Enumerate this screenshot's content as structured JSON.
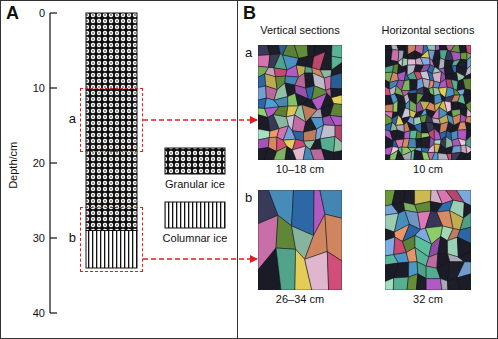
{
  "diagram": {
    "nodes": [
      {
        "text": [
          "a"
        ]
      },
      {
        "text": [
          "b"
        ]
      },
      {
        "text": [
          "10–18 cm"
        ]
      },
      {
        "text": [
          "10 cm"
        ]
      },
      {
        "text": [
          "26–34 cm"
        ]
      },
      {
        "text": [
          "32 cm"
        ]
      }
    ],
    "edges": [
      {
        "from": 0,
        "to": 2,
        "arrow": "to"
      },
      {
        "from": 1,
        "to": 4,
        "arrow": "to"
      }
    ],
    "labels": [
      "A",
      "Depth/cm",
      "0",
      "10",
      "20",
      "30",
      "40",
      "B",
      "Vertical sections",
      "Horizontal sections",
      "a",
      "b"
    ],
    "legend": [
      {
        "text": "Granular ice"
      },
      {
        "text": "Columnar ice"
      }
    ]
  }
}
